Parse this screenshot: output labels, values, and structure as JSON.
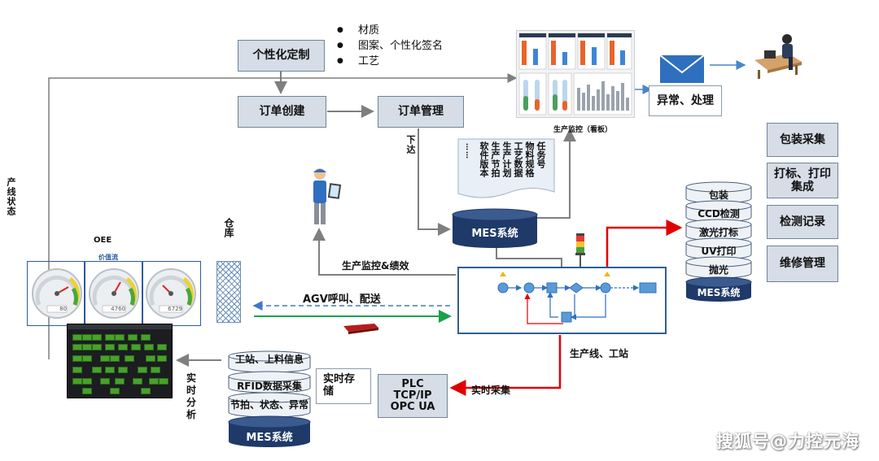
{
  "customize": {
    "box": "个性化定制",
    "bullets": [
      "材质",
      "图案、个性化签名",
      "工艺"
    ]
  },
  "order_create": "订单创建",
  "order_manage": "订单管理",
  "issue_label": "下达",
  "dashboard_caption": "生产监控（看板）",
  "exception_box": "异常、处理",
  "doc_columns": [
    "软件版本",
    "生产节拍",
    "生产计划",
    "工艺数据",
    "物料规格",
    "任务号"
  ],
  "doc_dots": "……",
  "mes_main": "MES系统",
  "warehouse": "仓库",
  "line_status": "产线状态",
  "oee": "OEE",
  "value_stream": "价值流",
  "gauges": [
    {
      "readout": "80"
    },
    {
      "readout": "4760"
    },
    {
      "readout": "6729"
    }
  ],
  "monitor_perf": "生产监控&绩效",
  "agv": "AGV呼叫、配送",
  "realtime_analysis": "实时分析",
  "realtime_store": "实时存储",
  "left_stack": {
    "items": [
      "工站、上料信息",
      "RFID数据采集",
      "节拍、状态、异常"
    ],
    "base": "MES系统"
  },
  "plc_box": "PLC\nTCP/IP\nOPC UA",
  "realtime_collect": "实时采集",
  "line_station": "生产线、工站",
  "right_stack": {
    "items": [
      "包装",
      "CCD检测",
      "激光打标",
      "UV打印",
      "抛光"
    ],
    "base": "MES系统"
  },
  "right_boxes": [
    "包装采集",
    "打标、打印集成",
    "检测记录",
    "维修管理"
  ],
  "watermark": "搜狐号@力控元海",
  "colors": {
    "box_fill": "#d6dde6",
    "box_border": "#6f849a",
    "red": "#e00000",
    "green": "#19a24a",
    "blue_dash": "#3f79c4",
    "cyl": "#1f3a68"
  }
}
